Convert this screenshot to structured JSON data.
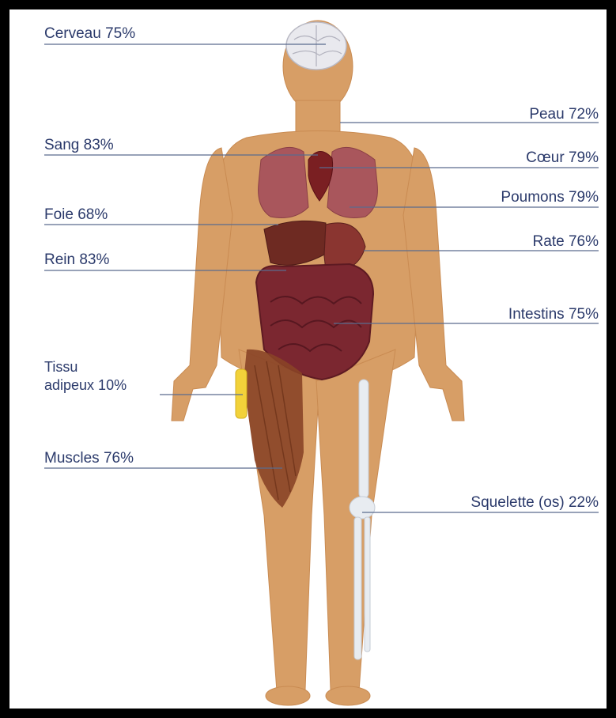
{
  "colors": {
    "skin": "#d79e66",
    "skin_shadow": "#c98b52",
    "label_text": "#2b3a6b",
    "leader_line": "#5a6b8e",
    "border": "#000000"
  },
  "labels": {
    "brain": "Cerveau 75%",
    "skin": "Peau 72%",
    "blood": "Sang 83%",
    "heart": "Cœur 79%",
    "lungs": "Poumons 79%",
    "liver": "Foie 68%",
    "spleen": "Rate 76%",
    "kidney": "Rein 83%",
    "intestines": "Intestins 75%",
    "adipose_line1": "Tissu",
    "adipose_line2": "adipeux 10%",
    "muscles": "Muscles 76%",
    "skeleton": "Squelette (os) 22%"
  }
}
